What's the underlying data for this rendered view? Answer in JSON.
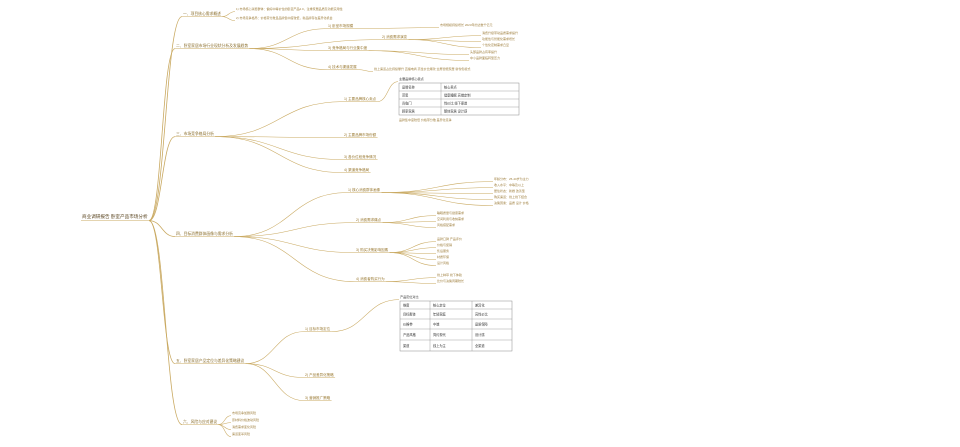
{
  "root": {
    "label": "商业调研报告 卧室产品市场分析"
  },
  "sections": [
    {
      "label": "一、项目核心需求概述",
      "leaves": [
        "1) 市场核心消费群体：偏好中等价位的卧室产品2.0，注重家居品质及功能实用性",
        "2) 市场竞争格局：价格带分散且品牌集中度较低，新品牌存在差异化机会"
      ]
    },
    {
      "label": "二、卧室家居市场行业现状分析及发展趋势",
      "subs": [
        {
          "label": "1) 卧室市场规模",
          "leaves": [
            "市场规模持续增长 2023年约达数千亿元"
          ]
        },
        {
          "label": "2) 消费需求演变",
          "leaves": [
            "消费升级带动品质需求提升",
            "功能性与智能化需求增长",
            "个性化定制需求凸显"
          ]
        },
        {
          "label": "3) 竞争格局与行业集中度",
          "leaves": [
            "头部品牌占有率提升",
            "中小品牌面临转型压力"
          ]
        },
        {
          "label": "4) 技术与渠道发展",
          "leaves": [
            "线上渠道占比持续攀升 直播电商 高性价比爆款 全屋智能家居 新零售模式"
          ]
        }
      ]
    },
    {
      "label": "三、市场竞争格局分析",
      "subs": [
        {
          "label": "1) 主要品牌核心卖点",
          "table": {
            "title": "主要品牌核心卖点",
            "headers": [
              "品牌名称",
              "核心卖点"
            ],
            "rows": [
              [
                "慕思",
                "健康睡眠 高端定制"
              ],
              [
                "喜临门",
                "性价比 线下渠道"
              ],
              [
                "顾家家居",
                "整体家居 设计感"
              ]
            ],
            "footer": "品牌集中度较低 价格带分散 差异化竞争"
          }
        },
        {
          "label": "2) 主要品牌市场份额"
        },
        {
          "label": "3) 各价位段竞争情况"
        },
        {
          "label": "4) 渠道竞争格局"
        }
      ]
    },
    {
      "label": "四、目标消费群体画像与需求分析",
      "subs": [
        {
          "label": "1) 核心消费群体画像",
          "leaves": [
            "年龄分布：25-40岁为主力",
            "收入水平：中等及以上",
            "居住状态：新婚 改善型",
            "购买渠道：线上线下结合",
            "决策因素：品质 设计 价格"
          ]
        },
        {
          "label": "2) 消费需求痛点",
          "leaves": [
            "睡眠质量与健康需求",
            "空间利用与收纳需求",
            "风格搭配需求"
          ]
        },
        {
          "label": "3) 购买决策影响因素",
          "leaves": [
            "品牌口碑 产品评价",
            "价格与促销",
            "售后服务",
            "材质环保",
            "设计风格"
          ]
        },
        {
          "label": "4) 消费者购买行为",
          "leaves": [
            "线上种草 线下体验",
            "比价与决策周期较长"
          ]
        }
      ]
    },
    {
      "label": "五、卧室家居产品定位与差异化策略建议",
      "subs": [
        {
          "label": "1) 目标市场定位",
          "table": {
            "title": "产品定位对比",
            "headers": [
              "维度",
              "核心定位",
              "差异化"
            ],
            "rows": [
              [
                "目标群体",
                "年轻家庭",
                "高性价比"
              ],
              [
                "价格带",
                "中端",
                "品质保障"
              ],
              [
                "产品风格",
                "简约现代",
                "设计感"
              ],
              [
                "渠道",
                "线上为主",
                "全渠道"
              ]
            ]
          }
        },
        {
          "label": "2) 产品差异化策略"
        },
        {
          "label": "3) 营销推广策略"
        }
      ]
    },
    {
      "label": "六、风险与应对建议",
      "leaves": [
        "市场竞争加剧风险",
        "原材料价格波动风险",
        "消费需求变化风险",
        "渠道变革风险"
      ]
    }
  ]
}
